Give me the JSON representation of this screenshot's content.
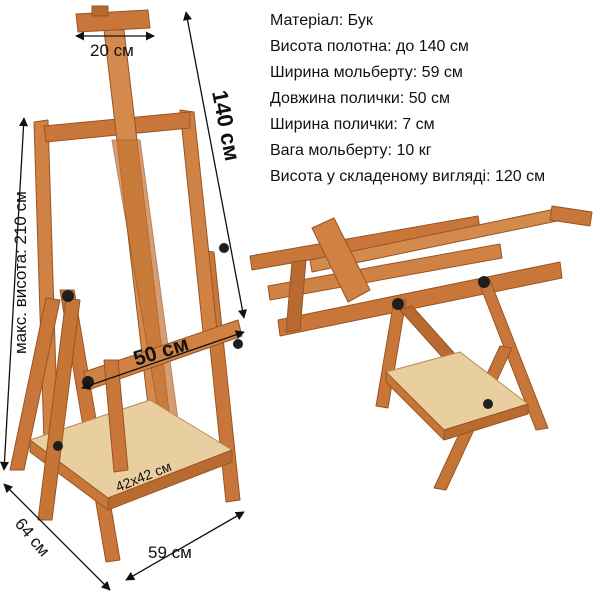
{
  "specs": [
    "Матеріал: Бук",
    "Висота полотна: до 140 см",
    "Ширина мольберту: 59 см",
    "Довжина полички: 50 см",
    "Ширина полички: 7 см",
    "Вага мольберту: 10 кг",
    "Висота у складеному вигляді: 120 см"
  ],
  "dimensions": {
    "top_width": "20 см",
    "canvas_height": "140 см",
    "max_height": "макс. висота: 210 см",
    "shelf_length": "50 см",
    "tray_size": "42x42 см",
    "depth": "64 см",
    "width": "59 см"
  },
  "colors": {
    "wood": "#C8763A",
    "wood_dark": "#9A5422",
    "wood_light": "#E3A468",
    "plywood": "#E9CFA0",
    "hardware": "#1E1E1E"
  }
}
